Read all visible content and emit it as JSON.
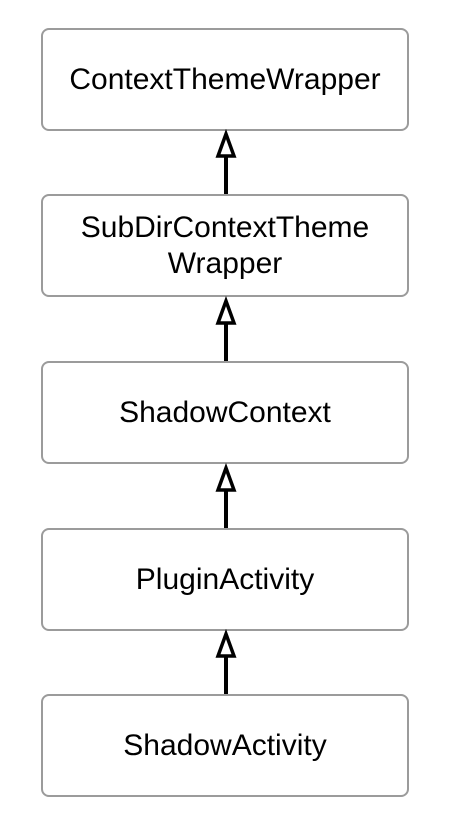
{
  "diagram": {
    "nodes": [
      {
        "id": "context-theme-wrapper",
        "label": "ContextThemeWrapper"
      },
      {
        "id": "subdir-context-theme-wrapper",
        "label": "SubDirContextTheme Wrapper"
      },
      {
        "id": "shadow-context",
        "label": "ShadowContext"
      },
      {
        "id": "plugin-activity",
        "label": "PluginActivity"
      },
      {
        "id": "shadow-activity",
        "label": "ShadowActivity"
      }
    ],
    "edges": [
      {
        "from": "subdir-context-theme-wrapper",
        "to": "context-theme-wrapper",
        "style": "inheritance"
      },
      {
        "from": "shadow-context",
        "to": "subdir-context-theme-wrapper",
        "style": "inheritance"
      },
      {
        "from": "plugin-activity",
        "to": "shadow-context",
        "style": "inheritance"
      },
      {
        "from": "shadow-activity",
        "to": "plugin-activity",
        "style": "inheritance"
      }
    ],
    "colors": {
      "node_border": "#9b9b9b",
      "edge": "#000000",
      "text": "#000000"
    }
  }
}
